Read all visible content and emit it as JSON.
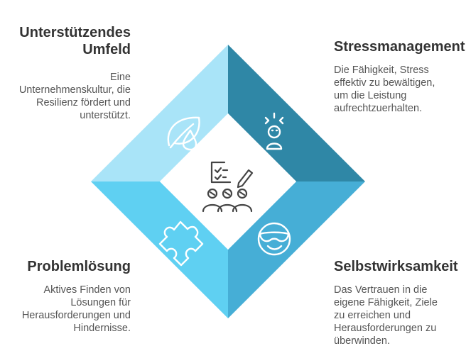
{
  "quadrants": {
    "top_left": {
      "title": "Unterstützendes\nUmfeld",
      "description": "Eine\nUnternehmenskultur, die\nResilienz fördert und\nunterstützt.",
      "icon": "leaf-drop-icon",
      "color": "#a9e4f8"
    },
    "top_right": {
      "title": "Stressmanagement",
      "description": "Die Fähigkeit, Stress\neffektiv zu bewältigen,\num die Leistung\naufrechtzuerhalten.",
      "icon": "stressed-person-icon",
      "color": "#2f87a6"
    },
    "bottom_left": {
      "title": "Problemlösung",
      "description": "Aktives Finden von\nLösungen für\nHerausforderungen und\nHindernisse.",
      "icon": "puzzle-piece-icon",
      "color": "#5fd0f2"
    },
    "bottom_right": {
      "title": "Selbstwirksamkeit",
      "description": "Das Vertrauen in die\neigene Fähigkeit, Ziele\nzu erreichen und\nHerausforderungen zu\nüberwinden.",
      "icon": "cool-face-icon",
      "color": "#46aed6"
    }
  },
  "center": {
    "icon": "team-checklist-icon",
    "color": "#ffffff"
  }
}
